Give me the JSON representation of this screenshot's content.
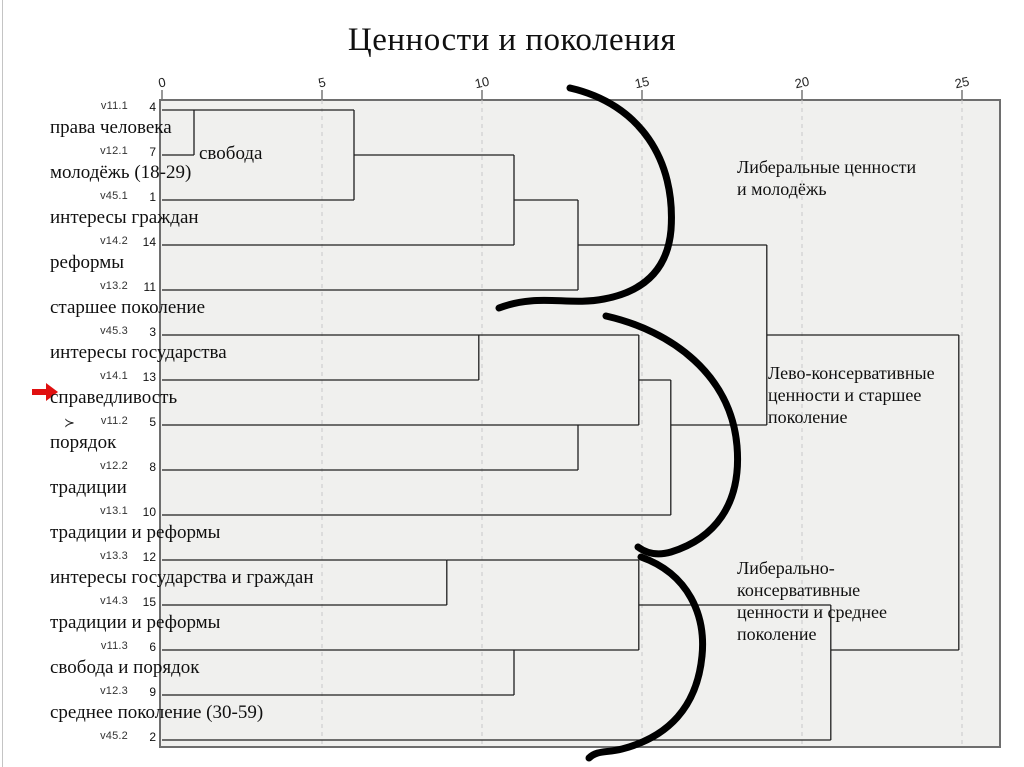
{
  "page": {
    "title": "Ценности и поколения",
    "background": "#ffffff"
  },
  "colors": {
    "plot_bg": "#f0f0ee",
    "frame": "#6e6e6e",
    "grid": "#c9c9c9",
    "line": "#1f1f1f",
    "text": "#111111",
    "code_text": "#333333",
    "arrow_red": "#e01010",
    "swoosh": "#000000"
  },
  "chart_data": {
    "type": "dendrogram",
    "title": "Ценности и поколения",
    "orientation": "horizontal",
    "xlabel": "",
    "ylabel": "",
    "grid": "dashed-vertical",
    "axis": {
      "min": 0,
      "max": 25,
      "ticks": [
        0,
        5,
        10,
        15,
        20,
        25
      ]
    },
    "leaves": [
      {
        "code": "v11.1",
        "case": 4,
        "annotation_below": "права человека"
      },
      {
        "code": "v12.1",
        "case": 7,
        "annotation_inline": "свобода",
        "annotation_below": "молодёжь (18-29)"
      },
      {
        "code": "v45.1",
        "case": 1,
        "annotation_below": "интересы граждан"
      },
      {
        "code": "v14.2",
        "case": 14,
        "annotation_below": "реформы"
      },
      {
        "code": "v13.2",
        "case": 11,
        "annotation_below": "старшее поколение"
      },
      {
        "code": "v45.3",
        "case": 3,
        "annotation_below": "интересы государства"
      },
      {
        "code": "v14.1",
        "case": 13,
        "annotation_below": "справедливость",
        "marker": "red-arrow"
      },
      {
        "code": "v11.2",
        "case": 5,
        "annotation_below": "порядок",
        "marker": "chevron"
      },
      {
        "code": "v12.2",
        "case": 8,
        "annotation_below": "традиции"
      },
      {
        "code": "v13.1",
        "case": 10,
        "annotation_below": "традиции и реформы"
      },
      {
        "code": "v13.3",
        "case": 12,
        "annotation_below": "интересы государства и граждан"
      },
      {
        "code": "v14.3",
        "case": 15,
        "annotation_below": "традиции и реформы"
      },
      {
        "code": "v11.3",
        "case": 6,
        "annotation_below": "свобода и порядок"
      },
      {
        "code": "v12.3",
        "case": 9,
        "annotation_below": "среднее поколение (30-59)"
      },
      {
        "code": "v45.2",
        "case": 2,
        "annotation_below": ""
      }
    ],
    "merges": [
      {
        "members": [
          4,
          7
        ],
        "distance": 1
      },
      {
        "members": [
          4,
          7,
          1
        ],
        "distance": 6
      },
      {
        "members": [
          12,
          15
        ],
        "distance": 9
      },
      {
        "members": [
          3,
          13
        ],
        "distance": 10
      },
      {
        "members": [
          4,
          7,
          1,
          14
        ],
        "distance": 11
      },
      {
        "members": [
          6,
          9
        ],
        "distance": 11
      },
      {
        "members": [
          4,
          7,
          1,
          14,
          11
        ],
        "distance": 13
      },
      {
        "members": [
          5,
          8
        ],
        "distance": 13
      },
      {
        "members": [
          3,
          13,
          5,
          8
        ],
        "distance": 15
      },
      {
        "members": [
          12,
          15,
          6,
          9
        ],
        "distance": 15
      },
      {
        "members": [
          3,
          13,
          5,
          8,
          10
        ],
        "distance": 16
      },
      {
        "members": [
          4,
          7,
          1,
          14,
          11,
          3,
          13,
          5,
          8,
          10
        ],
        "distance": 19
      },
      {
        "members": [
          12,
          15,
          6,
          9,
          2
        ],
        "distance": 21
      },
      {
        "members": [
          4,
          7,
          1,
          14,
          11,
          3,
          13,
          5,
          8,
          10,
          12,
          15,
          6,
          9,
          2
        ],
        "distance": 25
      }
    ],
    "segments": [
      {
        "dir": "h",
        "row": 0,
        "d1": 0,
        "d2": 6
      },
      {
        "dir": "h",
        "row": 1,
        "d1": 0,
        "d2": 1
      },
      {
        "dir": "v",
        "d": 1,
        "r1": 0,
        "r2": 1
      },
      {
        "dir": "h",
        "row": 2,
        "d1": 0,
        "d2": 6
      },
      {
        "dir": "v",
        "d": 6,
        "r1": 0,
        "r2": 2
      },
      {
        "dir": "h",
        "row": 1,
        "d1": 6,
        "d2": 11
      },
      {
        "dir": "h",
        "row": 3,
        "d1": 0,
        "d2": 11
      },
      {
        "dir": "v",
        "d": 11,
        "r1": 1,
        "r2": 3
      },
      {
        "dir": "h",
        "row": 2,
        "d1": 11,
        "d2": 13
      },
      {
        "dir": "h",
        "row": 4,
        "d1": 0,
        "d2": 13
      },
      {
        "dir": "v",
        "d": 13,
        "r1": 2,
        "r2": 4
      },
      {
        "dir": "h",
        "row": 3,
        "d1": 13,
        "d2": 18.9
      },
      {
        "dir": "h",
        "row": 5,
        "d1": 0,
        "d2": 14.9
      },
      {
        "dir": "h",
        "row": 6,
        "d1": 0,
        "d2": 9.9
      },
      {
        "dir": "v",
        "d": 9.9,
        "r1": 5,
        "r2": 6
      },
      {
        "dir": "h",
        "row": 7,
        "d1": 0,
        "d2": 13
      },
      {
        "dir": "h",
        "row": 8,
        "d1": 0,
        "d2": 13
      },
      {
        "dir": "v",
        "d": 13,
        "r1": 7,
        "r2": 8
      },
      {
        "dir": "h",
        "row": 7,
        "d1": 13,
        "d2": 14.9
      },
      {
        "dir": "v",
        "d": 14.9,
        "r1": 5,
        "r2": 7
      },
      {
        "dir": "h",
        "row": 6,
        "d1": 14.9,
        "d2": 15.9
      },
      {
        "dir": "h",
        "row": 9,
        "d1": 0,
        "d2": 15.9
      },
      {
        "dir": "v",
        "d": 15.9,
        "r1": 6,
        "r2": 9
      },
      {
        "dir": "h",
        "row": 7,
        "d1": 15.9,
        "d2": 18.9
      },
      {
        "dir": "v",
        "d": 18.9,
        "r1": 3,
        "r2": 7
      },
      {
        "dir": "h",
        "row": 5,
        "d1": 18.9,
        "d2": 24.9
      },
      {
        "dir": "h",
        "row": 10,
        "d1": 0,
        "d2": 8.9
      },
      {
        "dir": "h",
        "row": 11,
        "d1": 0,
        "d2": 8.9
      },
      {
        "dir": "v",
        "d": 8.9,
        "r1": 10,
        "r2": 11
      },
      {
        "dir": "h",
        "row": 10,
        "d1": 8.9,
        "d2": 14.9
      },
      {
        "dir": "h",
        "row": 12,
        "d1": 0,
        "d2": 11
      },
      {
        "dir": "h",
        "row": 13,
        "d1": 0,
        "d2": 11
      },
      {
        "dir": "v",
        "d": 11,
        "r1": 12,
        "r2": 13
      },
      {
        "dir": "h",
        "row": 12,
        "d1": 11,
        "d2": 14.9
      },
      {
        "dir": "v",
        "d": 14.9,
        "r1": 10,
        "r2": 12
      },
      {
        "dir": "h",
        "row": 11,
        "d1": 14.9,
        "d2": 20.9
      },
      {
        "dir": "h",
        "row": 14,
        "d1": 0,
        "d2": 20.9
      },
      {
        "dir": "v",
        "d": 20.9,
        "r1": 11,
        "r2": 14
      },
      {
        "dir": "h",
        "row": 12,
        "d1": 20.9,
        "d2": 24.9
      },
      {
        "dir": "v",
        "d": 24.9,
        "r1": 5,
        "r2": 12
      }
    ],
    "cluster_annotations": [
      {
        "name": "liberal",
        "text": "Либеральные ценности\nи молодёжь"
      },
      {
        "name": "left-conservative",
        "text": "Лево-консервативные\nценности и старшее\nпоколение"
      },
      {
        "name": "liberal-conservative",
        "text": "Либерально-\nконсервативные\nценности и среднее\nпоколение"
      }
    ],
    "markers": {
      "chevron_glyph": "≻"
    }
  }
}
